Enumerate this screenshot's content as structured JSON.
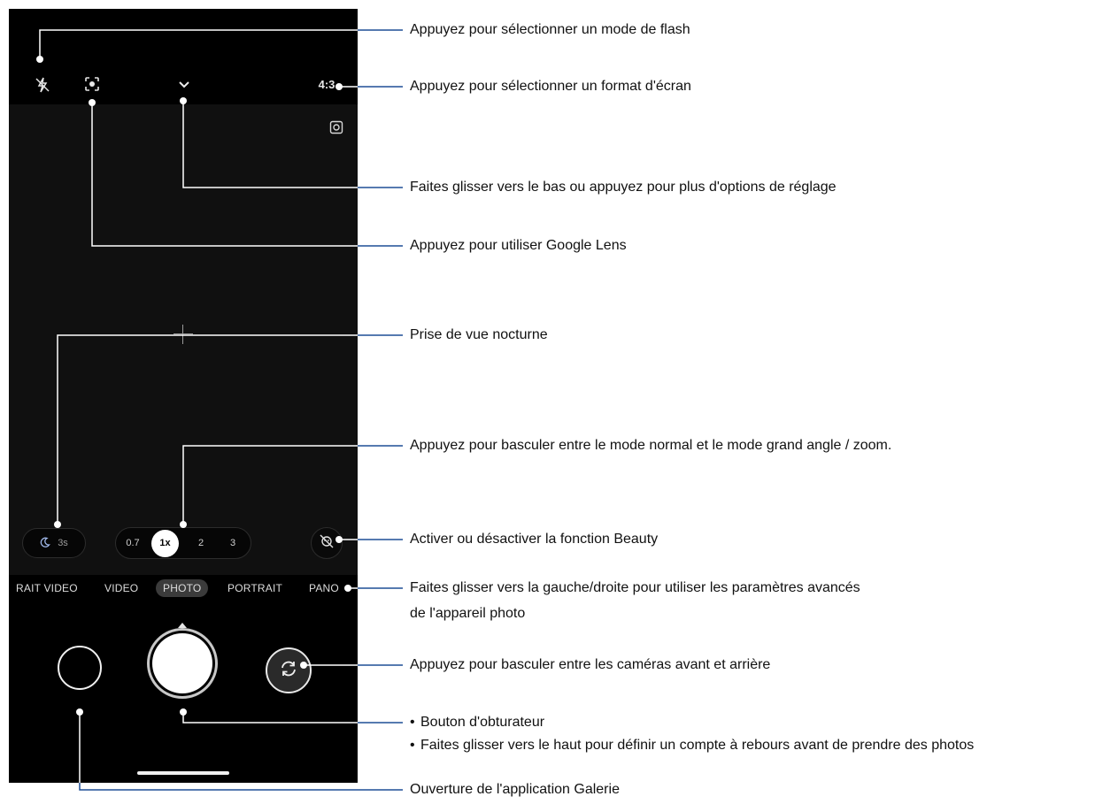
{
  "camera": {
    "top_bar": {
      "flash_icon": "flash-off-icon",
      "lens_icon": "google-lens-icon",
      "options_icon": "chevron-down-icon",
      "aspect_ratio": "4:3"
    },
    "capture_icon": "screen-capture-icon",
    "night": {
      "icon": "moon-icon",
      "label": "3s"
    },
    "zoom": {
      "options": [
        "0.7",
        "1x",
        "2",
        "3"
      ],
      "selected": "1x"
    },
    "beauty_icon": "beauty-off-icon",
    "modes": [
      "RAIT VIDEO",
      "VIDEO",
      "PHOTO",
      "PORTRAIT",
      "PANO"
    ],
    "selected_mode": "PHOTO",
    "switch_icon": "camera-switch-icon"
  },
  "callouts": {
    "flash": "Appuyez pour sélectionner un mode de flash",
    "aspect": "Appuyez pour sélectionner un format d'écran",
    "options": "Faites glisser vers le bas ou appuyez pour plus d'options de réglage",
    "lens": "Appuyez pour utiliser Google Lens",
    "night": "Prise de vue nocturne",
    "zoom": "Appuyez pour basculer entre le mode normal et le mode grand angle / zoom.",
    "beauty": "Activer ou désactiver la fonction Beauty",
    "modes_line1": "Faites glisser vers la gauche/droite pour utiliser les paramètres avancés",
    "modes_line2": "de l'appareil photo",
    "switch": "Appuyez pour basculer entre les caméras avant et arrière",
    "shutter_line1": "Bouton d'obturateur",
    "shutter_line2": "Faites glisser vers le haut pour définir un compte à rebours avant de prendre des photos",
    "gallery": "Ouverture de l'application Galerie"
  },
  "colors": {
    "leader": "#1f4e96",
    "phone": "#000000"
  }
}
